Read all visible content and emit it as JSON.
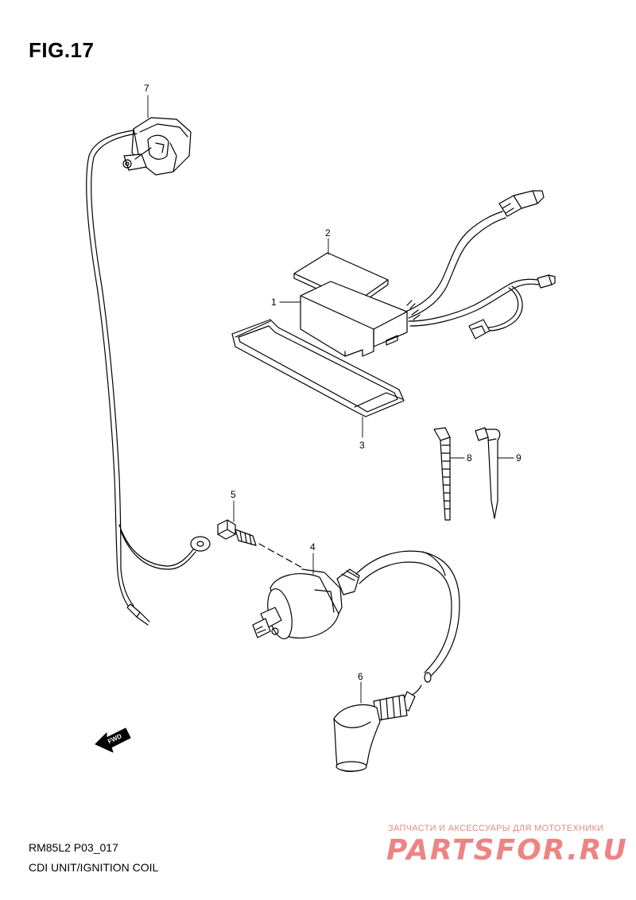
{
  "figure_title": "FIG.17",
  "model_code": "RM85L2 P03_017",
  "section_name": "CDI UNIT/IGNITION COIL",
  "fwd_label": "FWD",
  "parts": [
    {
      "number": "1"
    },
    {
      "number": "2"
    },
    {
      "number": "3"
    },
    {
      "number": "4"
    },
    {
      "number": "5"
    },
    {
      "number": "6"
    },
    {
      "number": "7"
    },
    {
      "number": "8"
    },
    {
      "number": "9"
    }
  ],
  "watermark": {
    "tagline": "ЗАПЧАСТИ И АКСЕССУАРЫ ДЛЯ МОТОТЕХНИКИ",
    "site": "PARTSFOR.RU",
    "color": "#e85b5b"
  }
}
